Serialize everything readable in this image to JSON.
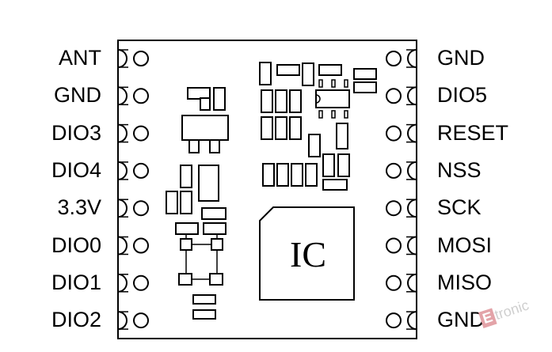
{
  "pins": {
    "left": [
      "ANT",
      "GND",
      "DIO3",
      "DIO4",
      "3.3V",
      "DIO0",
      "DIO1",
      "DIO2"
    ],
    "right": [
      "GND",
      "DIO5",
      "RESET",
      "NSS",
      "SCK",
      "MOSI",
      "MISO",
      "GND"
    ]
  },
  "chip": {
    "label": "IC"
  },
  "watermark": {
    "badge": "E",
    "text": "tronic"
  },
  "colors": {
    "line": "#000000",
    "background": "#ffffff",
    "watermark": "#e3a3a8"
  }
}
